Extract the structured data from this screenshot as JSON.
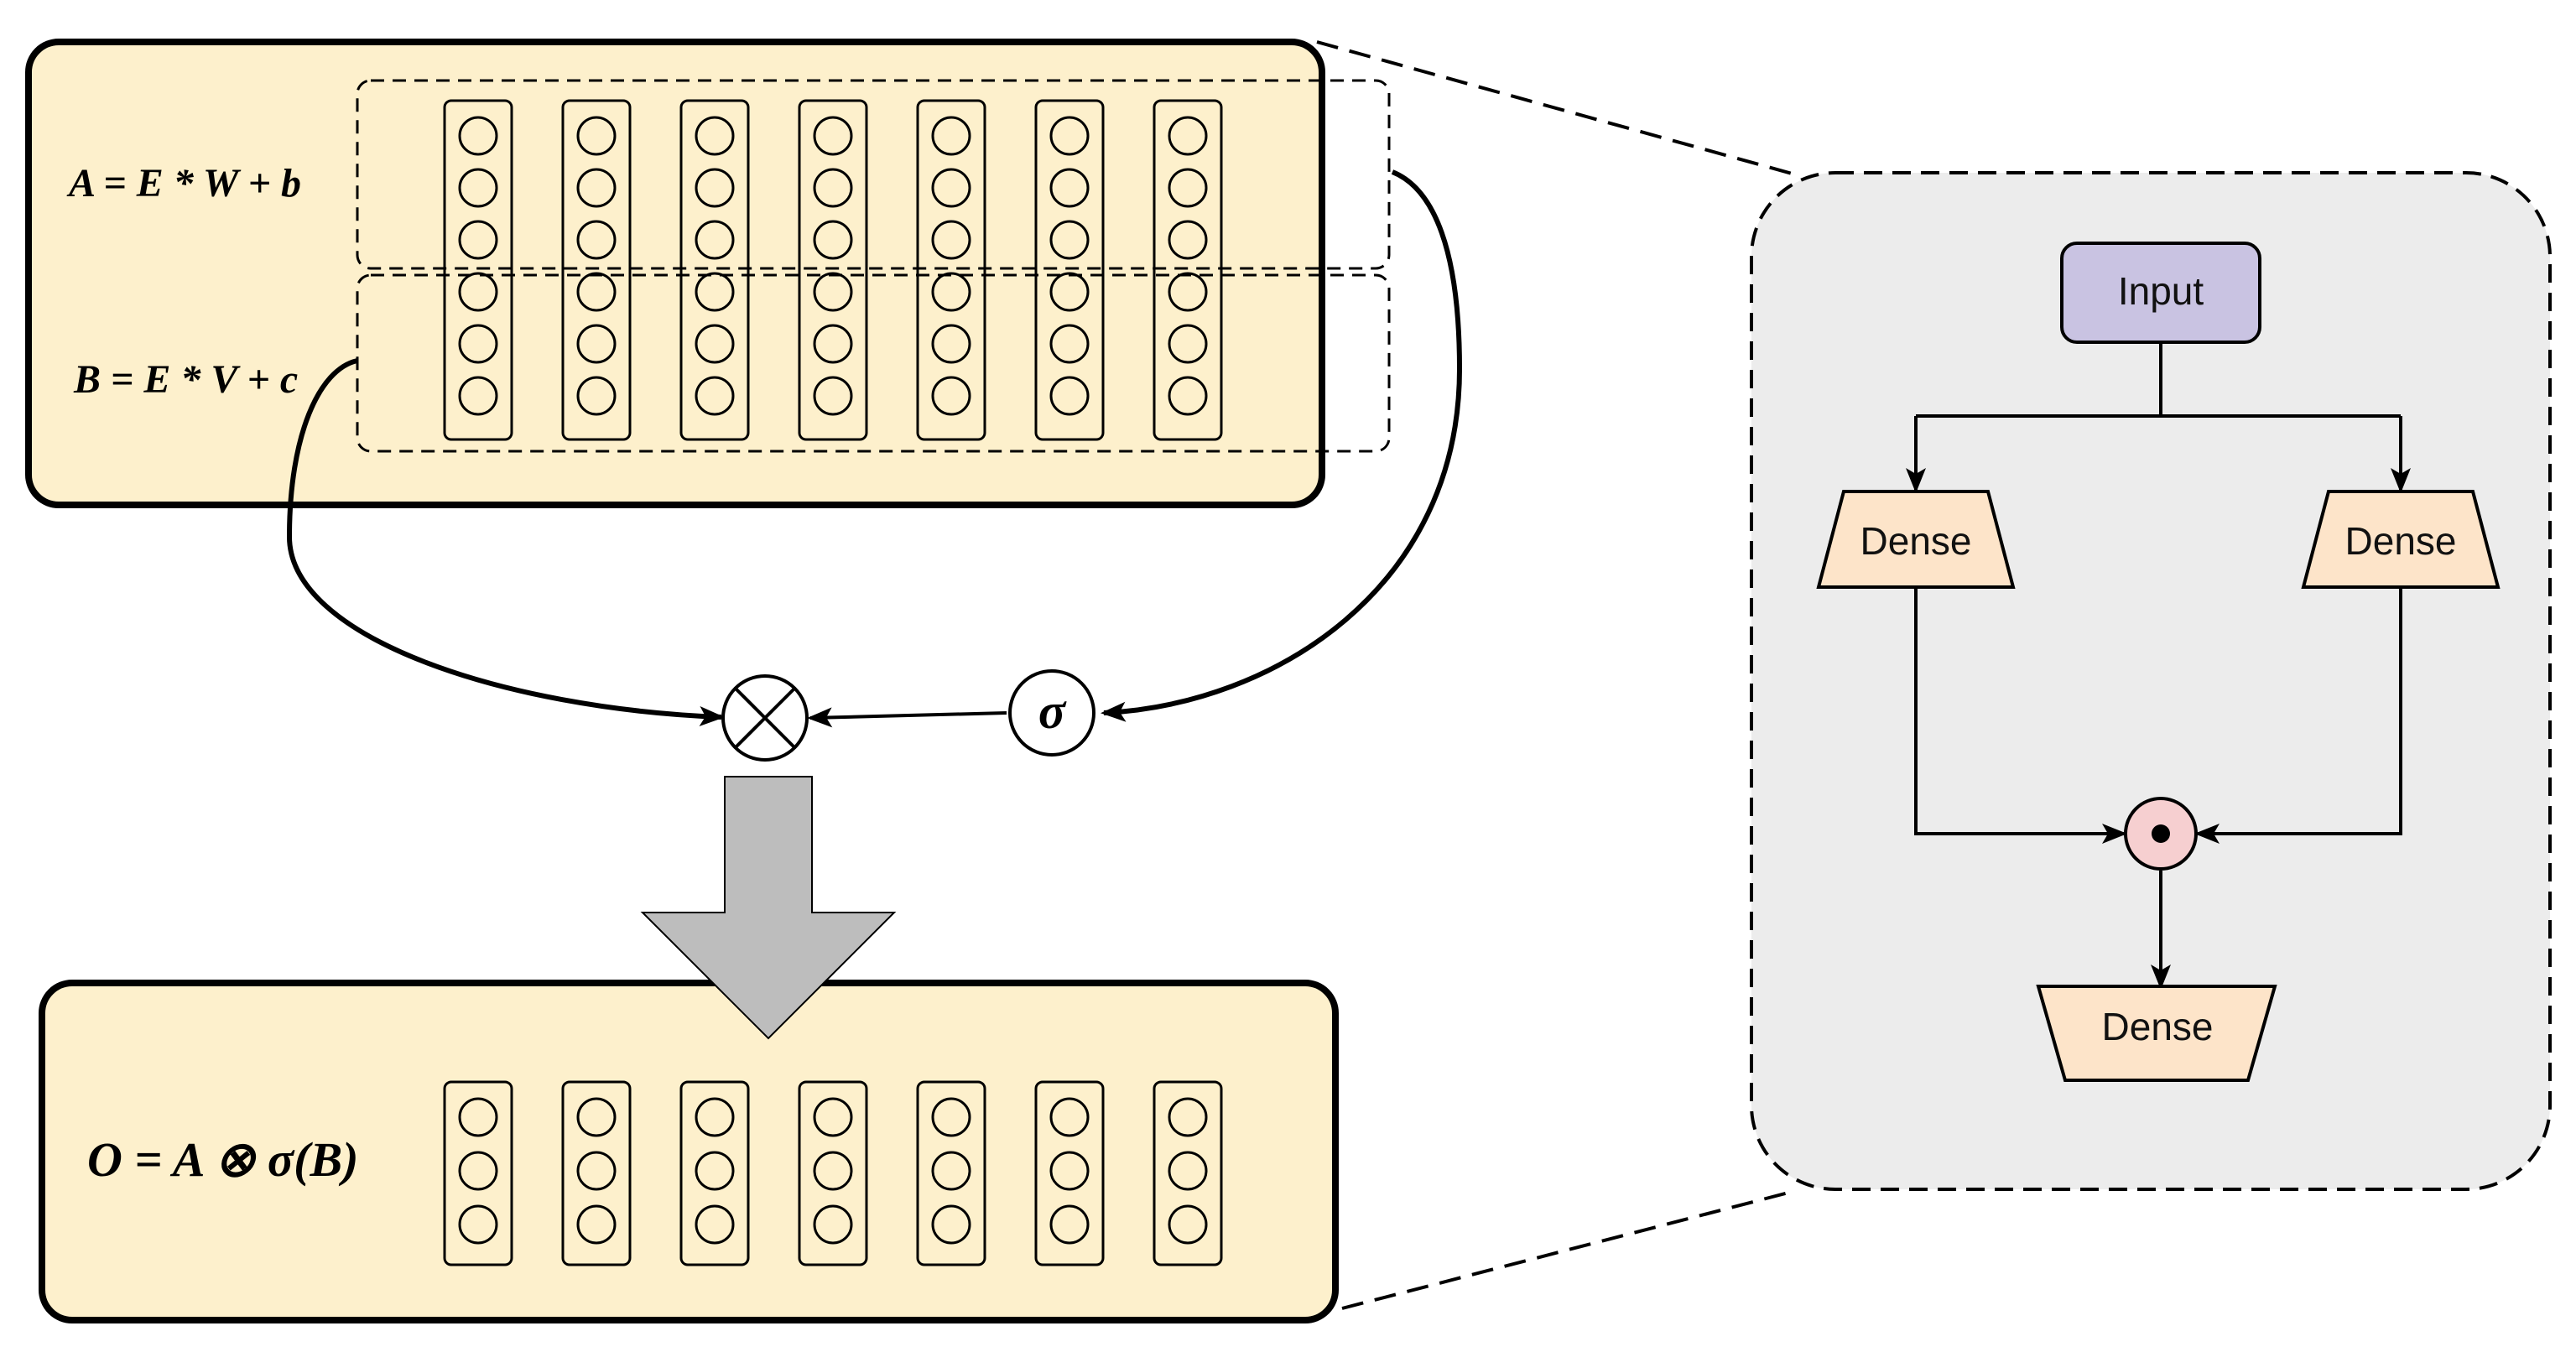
{
  "equations": {
    "a": "A = E * W + b",
    "b": "B = E * V + c",
    "o": "O = A ⊗ σ(B)"
  },
  "operators": {
    "multiply_symbol": "⊗",
    "sigma_symbol": "σ"
  },
  "layer": {
    "columns": 7,
    "top_cells_per_column": 6,
    "bottom_cells_per_column": 3
  },
  "detail": {
    "input_label": "Input",
    "dense_left_label": "Dense",
    "dense_right_label": "Dense",
    "dense_output_label": "Dense",
    "product_symbol": "•"
  },
  "colors": {
    "panel_fill": "#fdf0cc",
    "detail_fill": "#ececec",
    "input_fill": "#c9c3e2",
    "dense_fill": "#fde4c9",
    "product_fill": "#f6cfd0",
    "arrow_fill": "#bdbdbd",
    "stroke": "#000000"
  }
}
